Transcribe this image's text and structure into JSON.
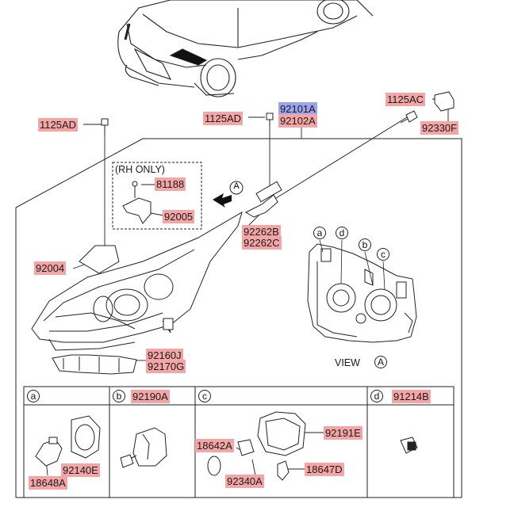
{
  "colors": {
    "callout": "#f4a6a6",
    "callout_alt": "#9da5ee",
    "line": "#222222"
  },
  "callouts": {
    "p1125AD_left": "1125AD",
    "p1125AD_mid": "1125AD",
    "p92101A": "92101A",
    "p92102A": "92102A",
    "p1125AC": "1125AC",
    "p92330F": "92330F",
    "p81188": "81188",
    "p92005": "92005",
    "p92262B": "92262B",
    "p92262C": "92262C",
    "p92004": "92004",
    "p92160J": "92160J",
    "p92170G": "92170G",
    "p92190A": "92190A",
    "p91214B": "91214B",
    "p92140E": "92140E",
    "p18648A": "18648A",
    "p18642A": "18642A",
    "p92340A": "92340A",
    "p92191E": "92191E",
    "p18647D": "18647D"
  },
  "texts": {
    "rh_only": "(RH ONLY)",
    "view_a": "VIEW",
    "arrow_a": "A",
    "view_a_letter": "A"
  },
  "detail_letters": {
    "a": "a",
    "b": "b",
    "c": "c",
    "d": "d"
  },
  "icons": [
    "car-outline",
    "headlamp-assembly",
    "bolt",
    "connector",
    "bulb",
    "socket",
    "view-arrow"
  ]
}
